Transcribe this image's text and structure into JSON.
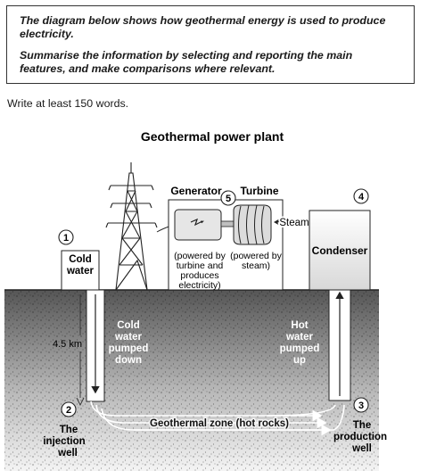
{
  "task": {
    "line1": "The diagram below shows how geothermal energy is used to produce electricity.",
    "line2": "Summarise the information by selecting and reporting the main features, and make comparisons where relevant."
  },
  "instruction": "Write at least 150 words.",
  "diagram": {
    "title": "Geothermal power plant",
    "generator": "Generator",
    "turbine": "Turbine",
    "steam": "Steam",
    "condenser": "Condenser",
    "step1": "1",
    "step2": "2",
    "step3": "3",
    "step4": "4",
    "step5": "5",
    "cold_water": [
      "Cold",
      "water"
    ],
    "generator_note": [
      "(powered by",
      "turbine and",
      "produces",
      "electricity)"
    ],
    "turbine_note": [
      "(powered by",
      "steam)"
    ],
    "cold_water_down": [
      "Cold",
      "water",
      "pumped",
      "down"
    ],
    "hot_water_up": [
      "Hot",
      "water",
      "pumped",
      "up"
    ],
    "depth": "4.5 km",
    "zone": "Geothermal zone (hot rocks)",
    "injection_well": [
      "The",
      "injection",
      "well"
    ],
    "production_well": [
      "The",
      "production",
      "well"
    ]
  }
}
